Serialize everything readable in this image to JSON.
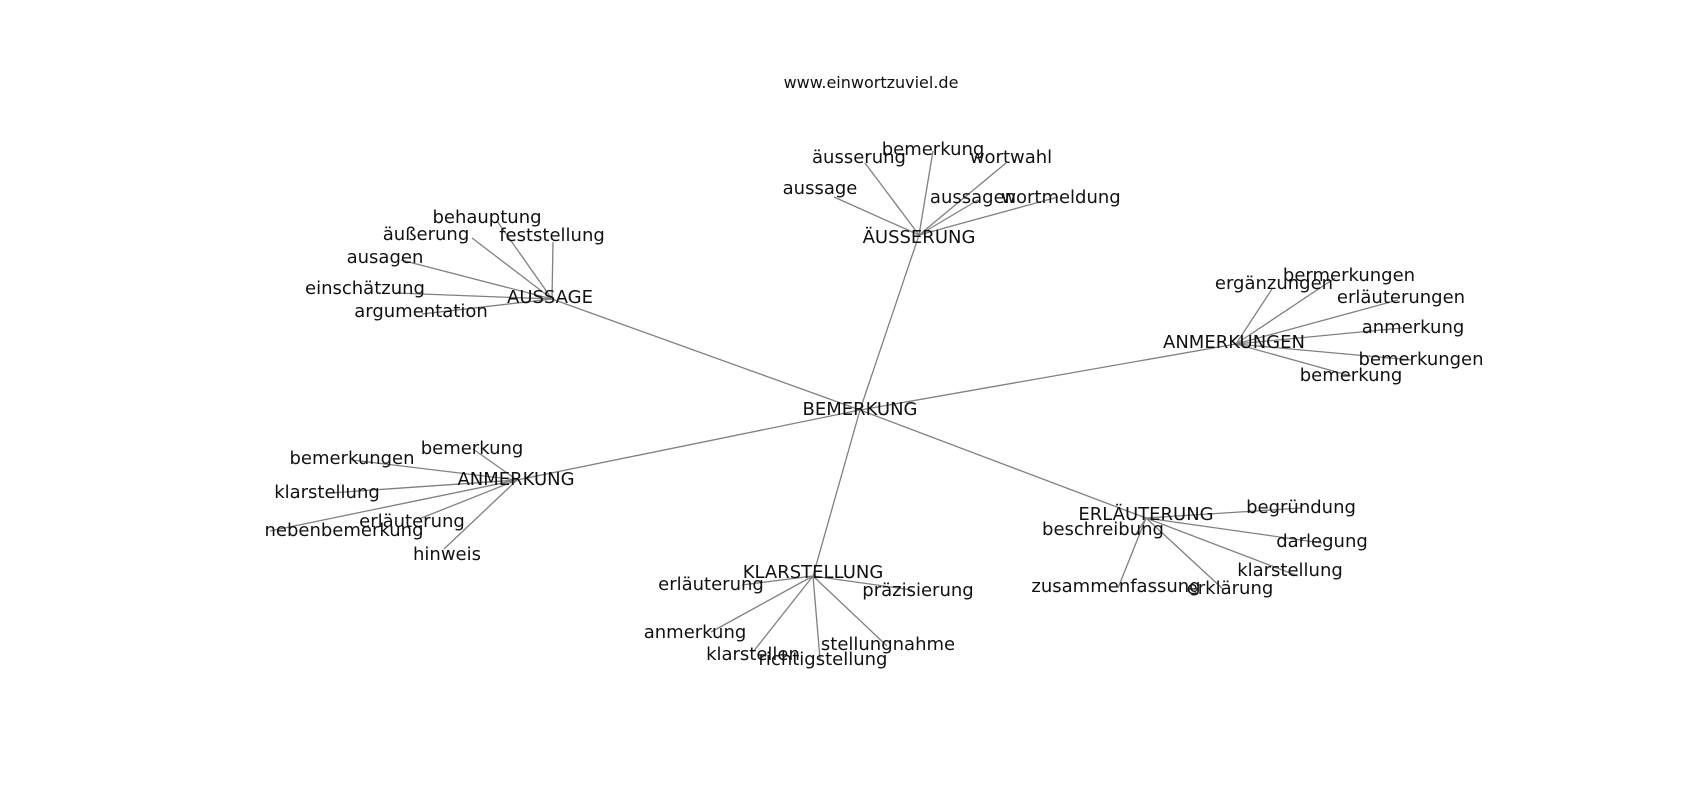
{
  "header": {
    "text": "www.einwortzuviel.de"
  },
  "colors": {
    "edge": "#808080",
    "text": "#111111",
    "background": "#ffffff"
  },
  "graph": {
    "root": "BEMERKUNG",
    "clusters": [
      {
        "hub": "ÄUSSERUNG",
        "leaves": [
          "äusserung",
          "bemerkung",
          "wortwahl",
          "aussage",
          "aussagen",
          "wortmeldung"
        ]
      },
      {
        "hub": "AUSSAGE",
        "leaves": [
          "behauptung",
          "äußerung",
          "feststellung",
          "ausagen",
          "einschätzung",
          "argumentation"
        ]
      },
      {
        "hub": "ANMERKUNGEN",
        "leaves": [
          "bermerkungen",
          "ergänzungen",
          "erläuterungen",
          "anmerkung",
          "bemerkungen",
          "bemerkung"
        ]
      },
      {
        "hub": "ANMERKUNG",
        "leaves": [
          "bemerkung",
          "bemerkungen",
          "klarstellung",
          "erläuterung",
          "nebenbemerkung",
          "hinweis"
        ]
      },
      {
        "hub": "ERLÄUTERUNG",
        "leaves": [
          "begründung",
          "beschreibung",
          "darlegung",
          "klarstellung",
          "zusammenfassung",
          "erklärung"
        ]
      },
      {
        "hub": "KLARSTELLUNG",
        "leaves": [
          "erläuterung",
          "präzisierung",
          "anmerkung",
          "stellungnahme",
          "klarstellen",
          "richtigstellung"
        ]
      }
    ]
  }
}
